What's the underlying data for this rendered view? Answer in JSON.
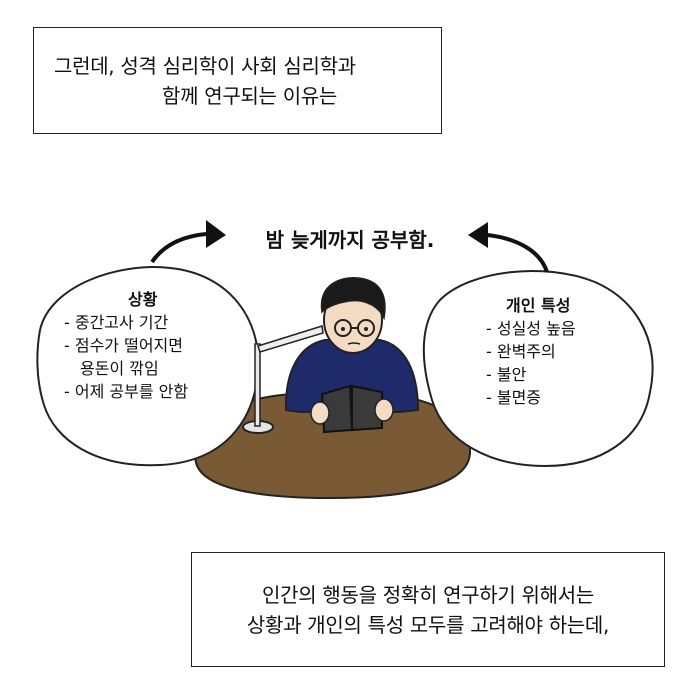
{
  "top_caption": {
    "line1": "그런데, 성격 심리학이 사회 심리학과",
    "line2": "함께 연구되는 이유는"
  },
  "headline": "밤 늦게까지 공부함.",
  "situation": {
    "title": "상황",
    "items": [
      "- 중간고사 기간",
      "- 점수가 떨어지면",
      "용돈이 깎임",
      "- 어제 공부를 안함"
    ]
  },
  "personality": {
    "title": "개인 특성",
    "items": [
      "- 성실성 높음",
      "- 완벽주의",
      "- 불안",
      "- 불면증"
    ]
  },
  "bottom_caption": {
    "line1": "인간의 행동을 정확히 연구하기 위해서는",
    "line2": "상황과 개인의 특성 모두를 고려해야 하는데,"
  },
  "colors": {
    "desk": "#7a5a34",
    "sweater": "#1f2a6b",
    "book": "#3a3a3a",
    "hair": "#1a1a1a",
    "skin": "#f4dcc4"
  }
}
